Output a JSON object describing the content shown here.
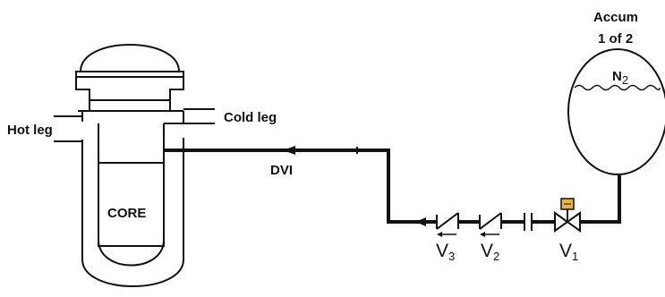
{
  "labels": {
    "accum_line1": "Accum",
    "accum_line2": "1 of 2",
    "n2_base": "N",
    "n2_sub": "2",
    "hot_leg": "Hot leg",
    "cold_leg": "Cold leg",
    "dvi": "DVI",
    "core": "CORE",
    "v1_base": "V",
    "v1_sub": "1",
    "v2_base": "V",
    "v2_sub": "2",
    "v3_base": "V",
    "v3_sub": "3"
  },
  "colors": {
    "line": "#111111",
    "valve_actuator": "#e6b24a",
    "background": "#ffffff"
  }
}
